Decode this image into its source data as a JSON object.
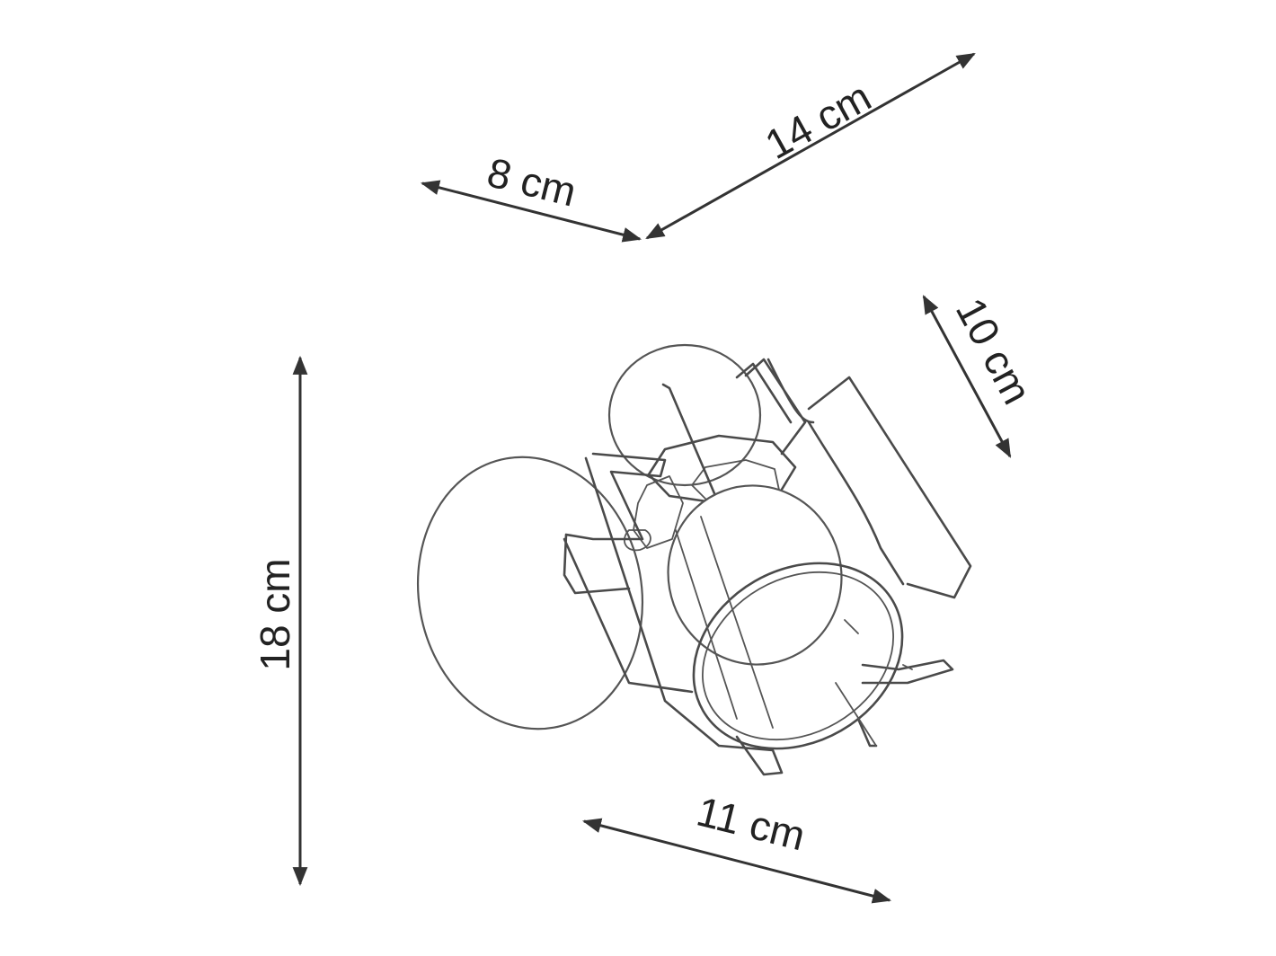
{
  "dimensions": {
    "depth": "8 cm",
    "width_top": "14 cm",
    "shade_diameter": "10 cm",
    "height": "18 cm",
    "width_bottom": "11 cm"
  },
  "colors": {
    "line": "#333333",
    "text": "#222222",
    "background": "#ffffff"
  }
}
